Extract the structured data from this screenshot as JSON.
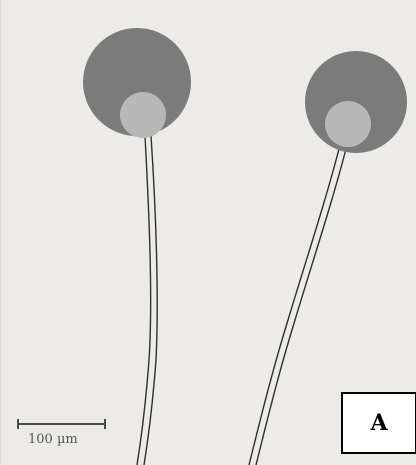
{
  "figure": {
    "panel_label": "A",
    "scale_bar": {
      "label": "100 µm"
    },
    "structures": [
      {
        "name": "sporangium-left",
        "parts": [
          "cap",
          "columella",
          "stalk"
        ]
      },
      {
        "name": "sporangium-right",
        "parts": [
          "cap",
          "columella",
          "stalk"
        ]
      }
    ]
  },
  "colors": {
    "background": "#ecebe8",
    "cap": "#7b7b7b",
    "columella": "#b8b8b8",
    "stalk_line": "#2f2f2f",
    "panel_box_border": "#000000",
    "panel_box_fill": "#ffffff"
  }
}
